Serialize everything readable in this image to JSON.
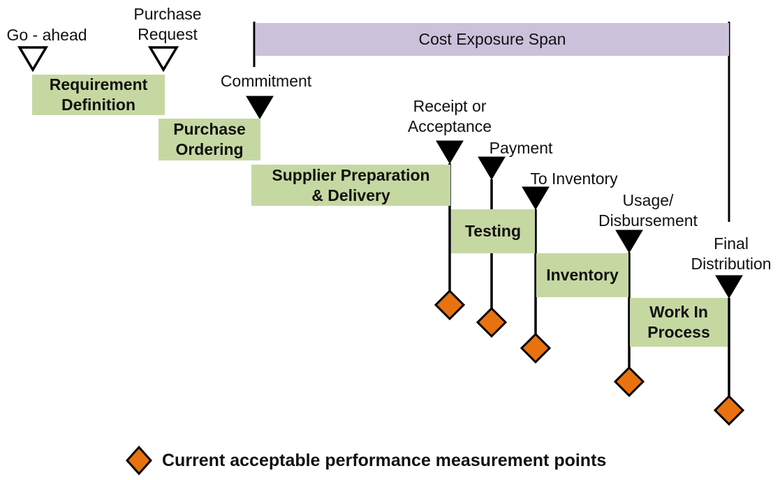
{
  "diagram": {
    "title": "Procurement cost exposure timeline",
    "cost_exposure_span": {
      "label": "Cost Exposure Span",
      "color": "#cbc1db"
    },
    "phases": [
      {
        "id": "requirement-definition",
        "label": "Requirement\nDefinition"
      },
      {
        "id": "purchase-ordering",
        "label": "Purchase\nOrdering"
      },
      {
        "id": "supplier-preparation-delivery",
        "label": "Supplier Preparation\n& Delivery"
      },
      {
        "id": "testing",
        "label": "Testing"
      },
      {
        "id": "inventory",
        "label": "Inventory"
      },
      {
        "id": "work-in-process",
        "label": "Work In\nProcess"
      }
    ],
    "milestones": [
      {
        "id": "go-ahead",
        "label": "Go - ahead",
        "style": "hollow",
        "measurement_point": false
      },
      {
        "id": "purchase-request",
        "label": "Purchase\nRequest",
        "style": "hollow",
        "measurement_point": false
      },
      {
        "id": "commitment",
        "label": "Commitment",
        "style": "filled",
        "measurement_point": false
      },
      {
        "id": "receipt-or-acceptance",
        "label": "Receipt or\nAcceptance",
        "style": "filled",
        "measurement_point": true
      },
      {
        "id": "payment",
        "label": "Payment",
        "style": "filled",
        "measurement_point": true
      },
      {
        "id": "to-inventory",
        "label": "To Inventory",
        "style": "filled",
        "measurement_point": true
      },
      {
        "id": "usage-disbursement",
        "label": "Usage/\nDisbursement",
        "style": "filled",
        "measurement_point": true
      },
      {
        "id": "final-distribution",
        "label": "Final\nDistribution",
        "style": "filled",
        "measurement_point": true
      }
    ],
    "legend": {
      "label": "Current acceptable performance measurement points",
      "marker": "orange-diamond"
    },
    "colors": {
      "phase_fill": "#c6d8a2",
      "marker_fill": "#e8720f",
      "line": "#000000"
    }
  }
}
